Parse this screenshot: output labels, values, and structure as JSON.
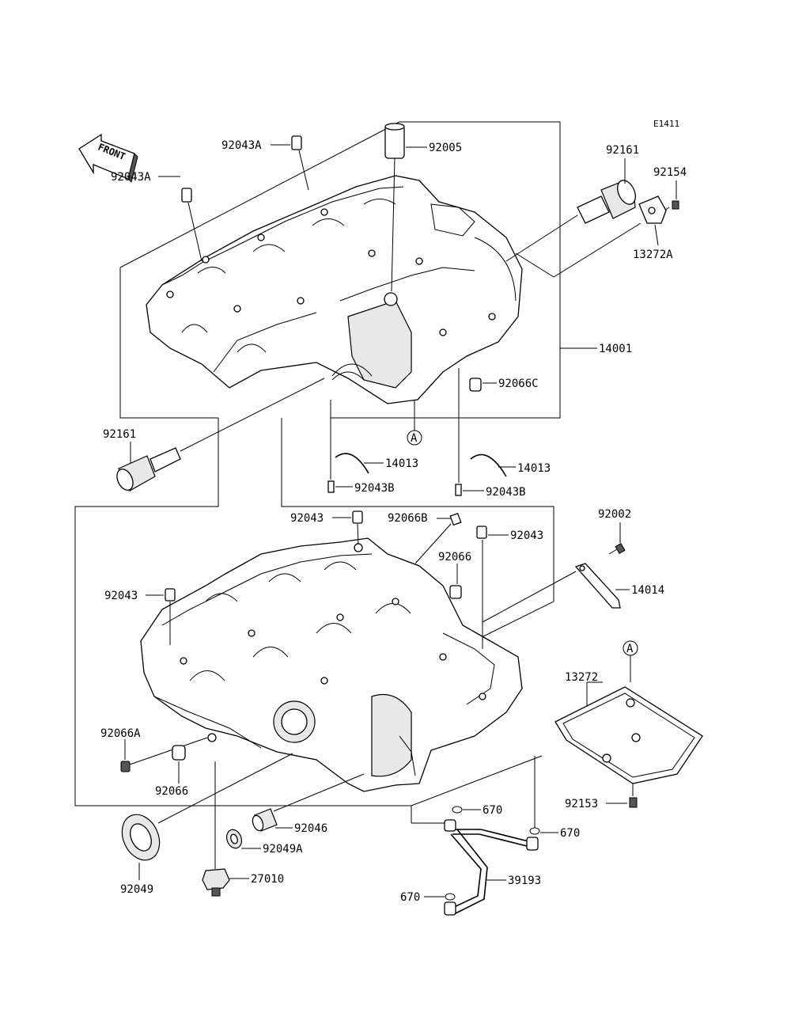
{
  "diagram_code": "E1411",
  "front_label": "FRONT",
  "ref_marks": {
    "upper": "A",
    "lower": "A"
  },
  "labels": {
    "p92043A_top": "92043A",
    "p92043A_left": "92043A",
    "p92005": "92005",
    "p92161_right": "92161",
    "p92154": "92154",
    "p13272A": "13272A",
    "p14001": "14001",
    "p92066C": "92066C",
    "p92161_left": "92161",
    "p14013_left": "14013",
    "p14013_right": "14013",
    "p92043B_left": "92043B",
    "p92043B_right": "92043B",
    "p92043_upper_mid": "92043",
    "p92066B": "92066B",
    "p92043_upper_right": "92043",
    "p92066_mid": "92066",
    "p92002": "92002",
    "p14014": "14014",
    "p92043_left": "92043",
    "p13272": "13272",
    "p92066A": "92066A",
    "p92066_low": "92066",
    "p92153": "92153",
    "p670_top": "670",
    "p670_right": "670",
    "p92046": "92046",
    "p92049A": "92049A",
    "p39193": "39193",
    "p92049": "92049",
    "p27010": "27010",
    "p670_bottom": "670"
  }
}
